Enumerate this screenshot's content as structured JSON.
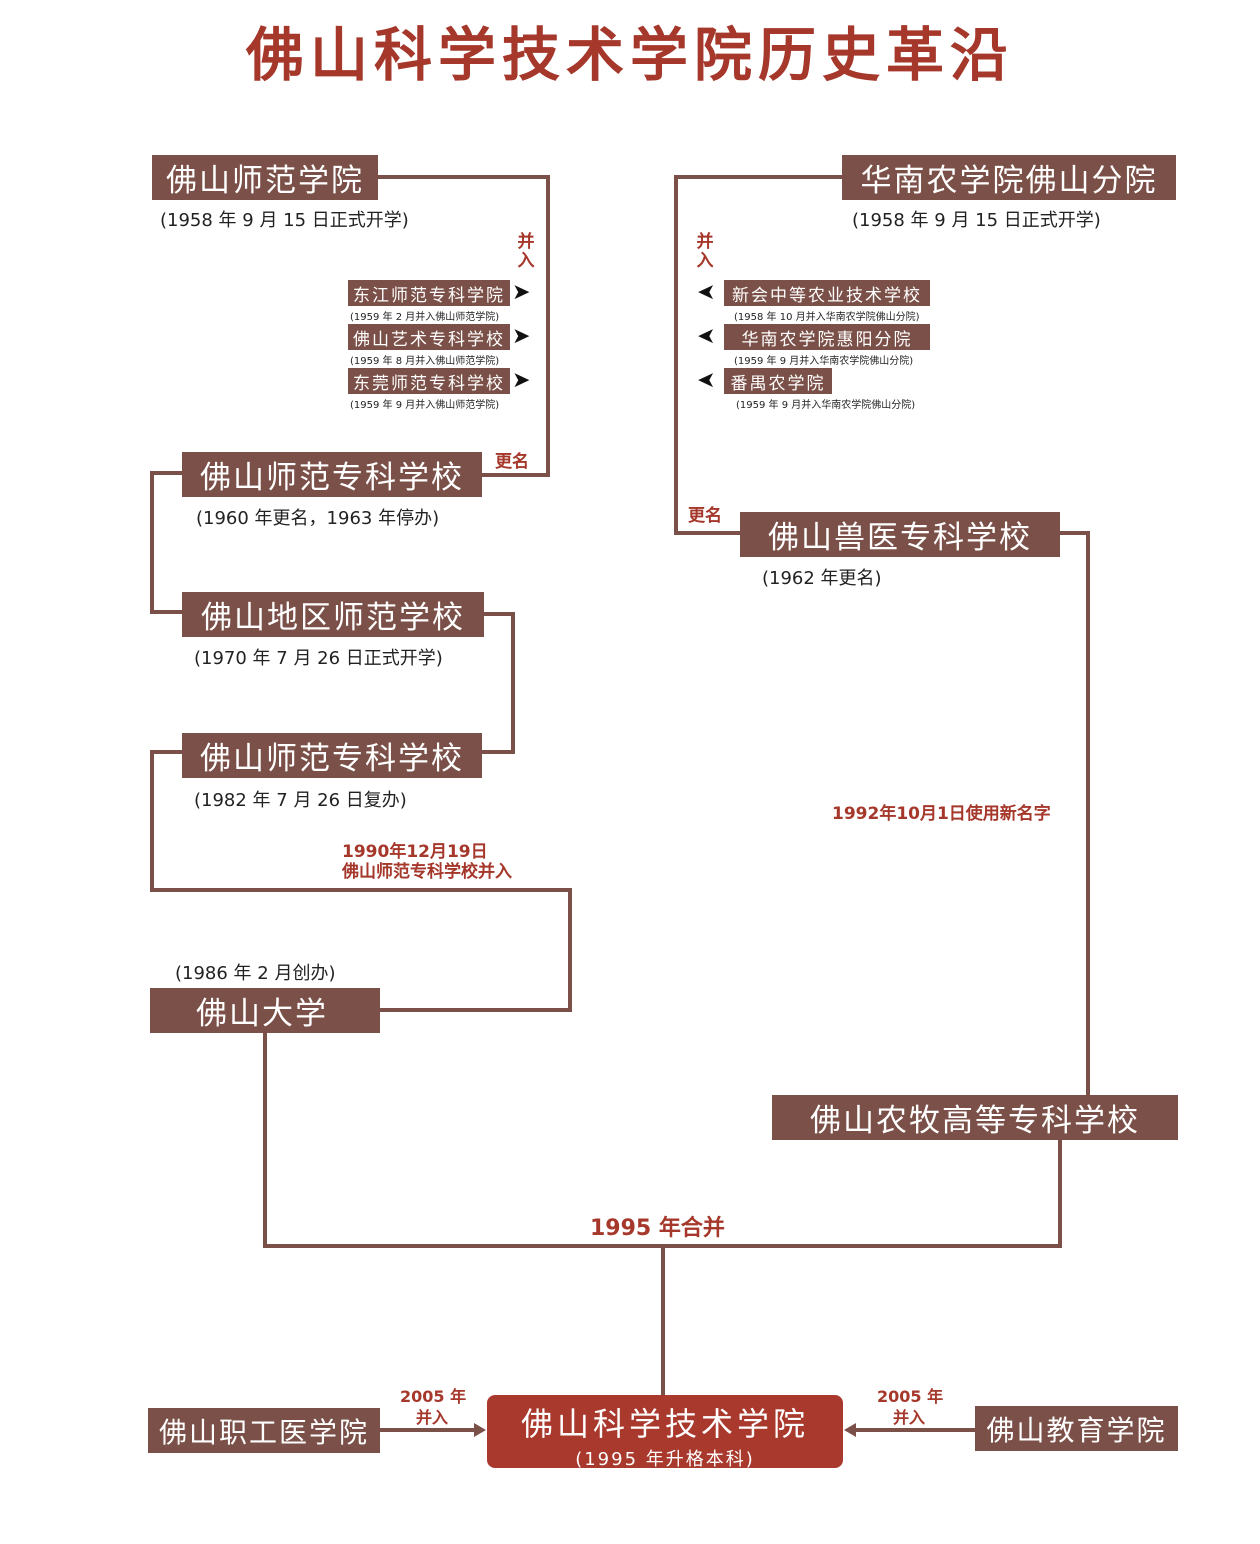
{
  "title": "佛山科学技术学院历史革沿",
  "left": {
    "root": {
      "name": "佛山师范学院",
      "note": "(1958 年 9 月 15 日正式开学)"
    },
    "merge_label": "并入",
    "merged": [
      {
        "name": "东江师范专科学院",
        "note": "(1959 年 2 月并入佛山师范学院)"
      },
      {
        "name": "佛山艺术专科学校",
        "note": "(1959 年 8 月并入佛山师范学院)"
      },
      {
        "name": "东莞师范专科学校",
        "note": "(1959 年 9 月并入佛山师范学院)"
      }
    ],
    "rename_label": "更名",
    "renamed": {
      "name": "佛山师范专科学校",
      "note": "(1960 年更名，1963 年停办)"
    },
    "district": {
      "name": "佛山地区师范学校",
      "note": "(1970 年 7 月 26 日正式开学)"
    },
    "reopened": {
      "name": "佛山师范专科学校",
      "note": "(1982 年 7 月 26 日复办)"
    },
    "merge_1990": [
      "1990年12月19日",
      "佛山师范专科学校并入"
    ],
    "university": {
      "name": "佛山大学",
      "note": "(1986 年 2 月创办)"
    }
  },
  "right": {
    "root": {
      "name": "华南农学院佛山分院",
      "note": "(1958 年 9 月 15 日正式开学)"
    },
    "merge_label": "并入",
    "merged": [
      {
        "name": "新会中等农业技术学校",
        "note": "(1958 年 10 月并入华南农学院佛山分院)"
      },
      {
        "name": "华南农学院惠阳分院",
        "note": "(1959 年 9 月并入华南农学院佛山分院)"
      },
      {
        "name": "番禺农学院",
        "note": "(1959 年 9 月并入华南农学院佛山分院)"
      }
    ],
    "rename_label": "更名",
    "renamed": {
      "name": "佛山兽医专科学校",
      "note": "(1962 年更名)"
    },
    "rename_1992": "1992年10月1日使用新名字",
    "college": {
      "name": "佛山农牧高等专科学校"
    }
  },
  "merge_1995": "1995 年合并",
  "final": {
    "name": "佛山科学技术学院",
    "note": "(1995 年升格本科)"
  },
  "bottom_left": {
    "name": "佛山职工医学院",
    "label": [
      "2005 年",
      "并入"
    ]
  },
  "bottom_right": {
    "name": "佛山教育学院",
    "label": [
      "2005 年",
      "并入"
    ]
  }
}
